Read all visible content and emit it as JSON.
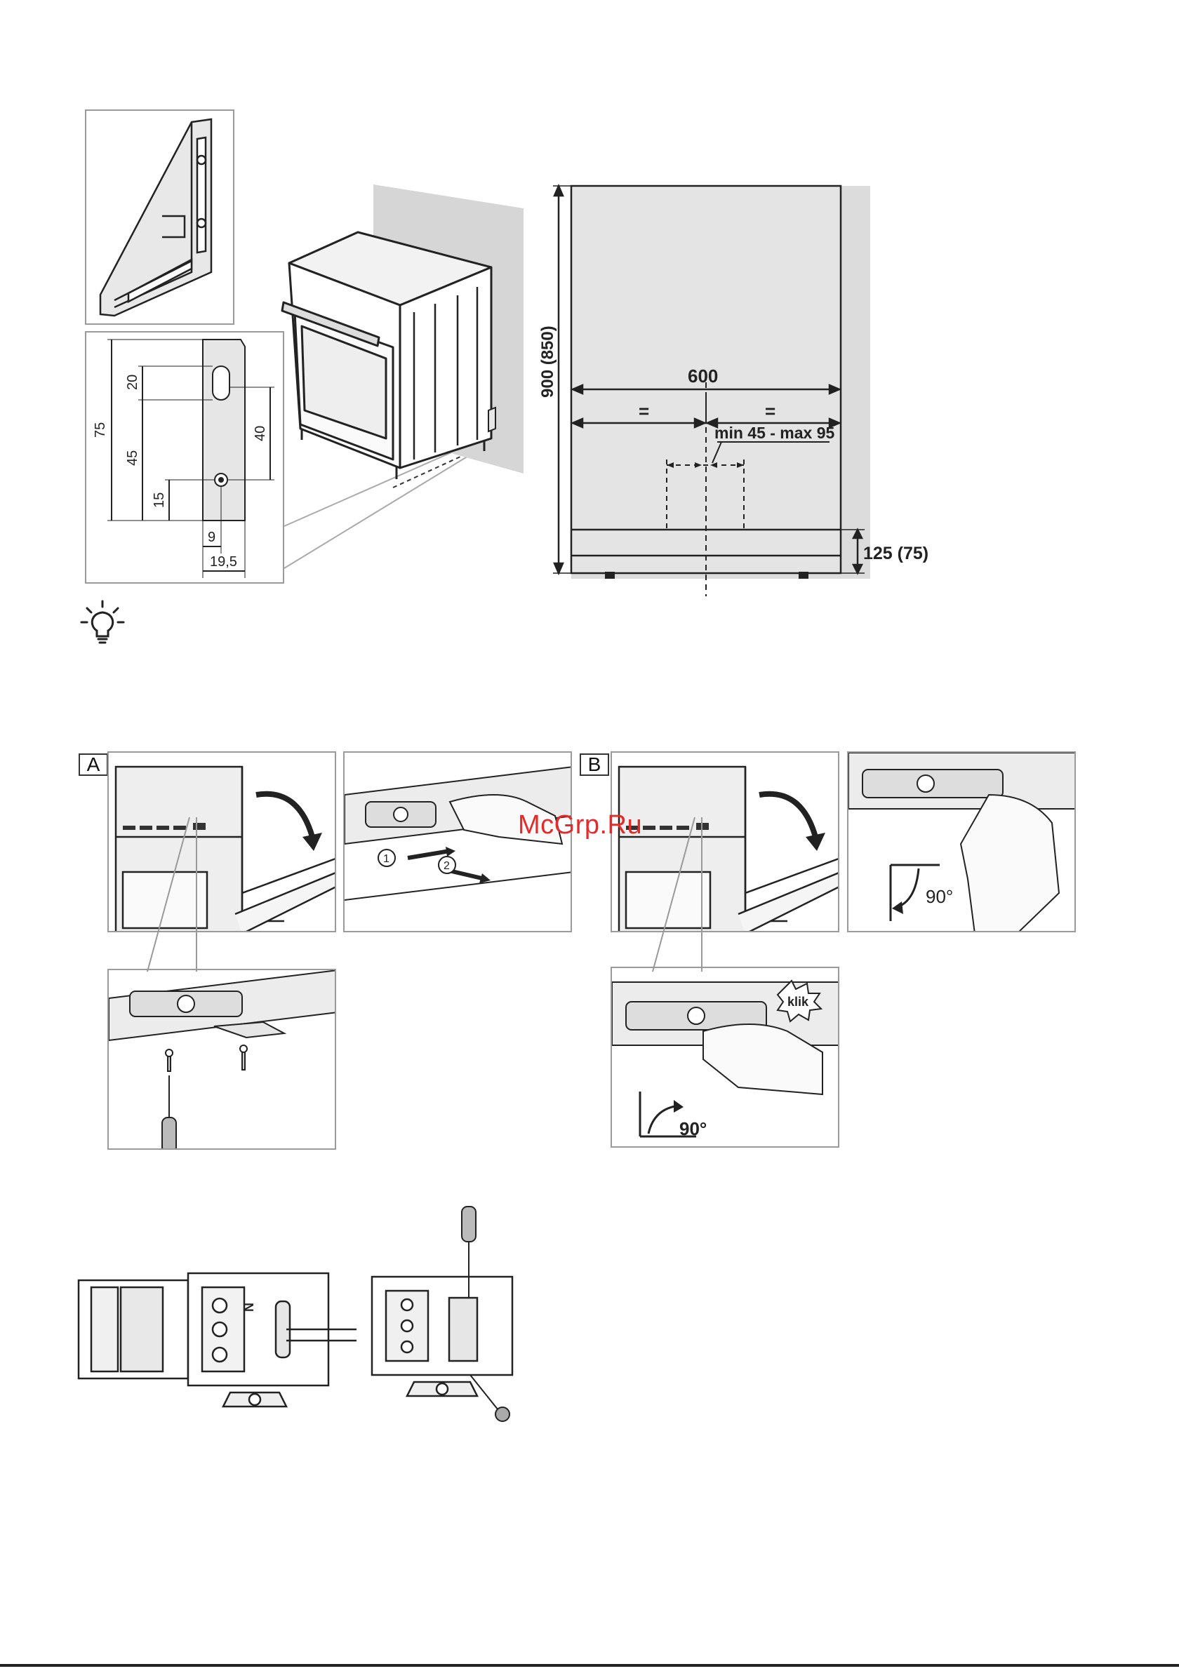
{
  "bracket_dims": {
    "d20": "20",
    "d75": "75",
    "d45": "45",
    "d40": "40",
    "d15": "15",
    "d9": "9",
    "d19_5": "19,5"
  },
  "wall_diagram": {
    "width": "600",
    "equal_left": "=",
    "equal_right": "=",
    "spacing": "min 45 - max 95",
    "height": "900 (850)",
    "plinth": "125 (75)"
  },
  "section_a": {
    "label": "A",
    "step1": "1",
    "step2": "2"
  },
  "section_b": {
    "label": "B",
    "angle_top": "90°",
    "angle_bottom": "90°",
    "click": "klik"
  },
  "watermark": "McGrp.Ru",
  "terminal": {
    "n_label": "N"
  },
  "icons": [
    "lightbulb-icon",
    "screwdriver-icon",
    "screw-icon",
    "curved-arrow-icon"
  ]
}
